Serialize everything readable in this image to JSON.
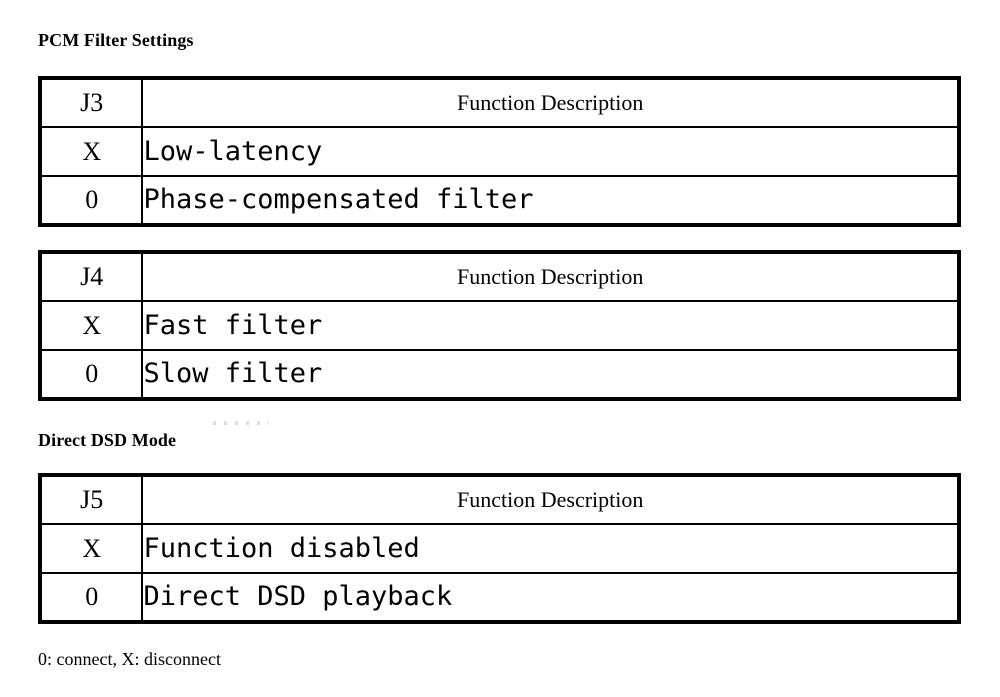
{
  "sections": [
    {
      "heading": "PCM Filter Settings",
      "tables": [
        {
          "id": "J3",
          "jumper_header": "J3",
          "desc_header": "Function Description",
          "rows": [
            {
              "state": "X",
              "description": "Low-latency"
            },
            {
              "state": "0",
              "description": "Phase-compensated filter"
            }
          ]
        },
        {
          "id": "J4",
          "jumper_header": "J4",
          "desc_header": "Function Description",
          "rows": [
            {
              "state": "X",
              "description": "Fast filter"
            },
            {
              "state": "0",
              "description": "Slow filter"
            }
          ]
        }
      ]
    },
    {
      "heading": "Direct DSD Mode",
      "tables": [
        {
          "id": "J5",
          "jumper_header": "J5",
          "desc_header": "Function Description",
          "rows": [
            {
              "state": "X",
              "description": "Function disabled"
            },
            {
              "state": "0",
              "description": "Direct DSD playback"
            }
          ]
        }
      ]
    }
  ],
  "footnote": "0: connect, X: disconnect",
  "colors": {
    "text": "#000000",
    "background": "#ffffff",
    "border": "#000000"
  }
}
